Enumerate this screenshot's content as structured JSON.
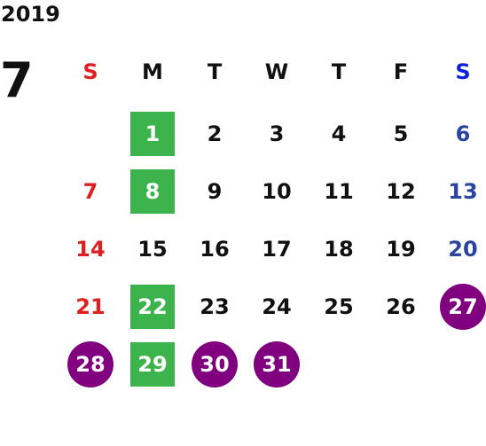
{
  "year": "2019",
  "month": "7",
  "weekdays": [
    "S",
    "M",
    "T",
    "W",
    "T",
    "F",
    "S"
  ],
  "weeks": [
    [
      "",
      "1",
      "2",
      "3",
      "4",
      "5",
      "6"
    ],
    [
      "7",
      "8",
      "9",
      "10",
      "11",
      "12",
      "13"
    ],
    [
      "14",
      "15",
      "16",
      "17",
      "18",
      "19",
      "20"
    ],
    [
      "21",
      "22",
      "23",
      "24",
      "25",
      "26",
      "27"
    ],
    [
      "28",
      "29",
      "30",
      "31",
      "",
      "",
      ""
    ]
  ],
  "colors": {
    "sunday": "#e02020",
    "saturday_header": "#0a1fe0",
    "saturday": "#2a44a0",
    "green_highlight": "#3cb44b",
    "purple_highlight": "#800080"
  },
  "highlights": {
    "green_box": [
      "1",
      "8",
      "22",
      "29"
    ],
    "purple_circle": [
      "27",
      "28",
      "30",
      "31"
    ]
  }
}
